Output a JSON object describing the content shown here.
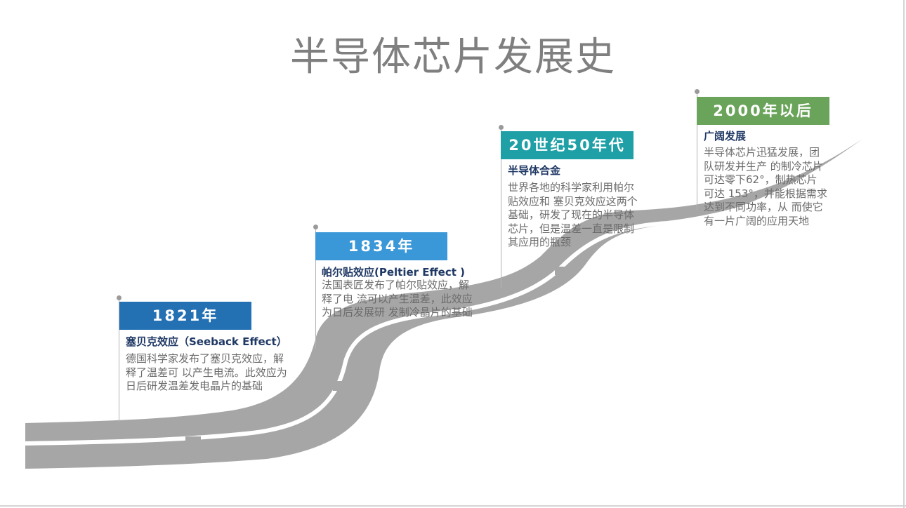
{
  "slide": {
    "title": "半导体芯片发展史",
    "road_color": "#a6a6a6"
  },
  "milestones": [
    {
      "year": "1821年",
      "color": "#2370b3",
      "heading": "塞贝克效应（Seeback Effect）",
      "description": "德国科学家发布了塞贝克效应，解释了温差可 以产生电流。此效应为日后研发温差发电晶片的基础"
    },
    {
      "year": "1834年",
      "color": "#3a97d8",
      "heading": "帕尔贴效应(Peltier Effect )",
      "description": "法国表匠发布了帕尔贴效应，解释了电 流可以产生温差，此效应为日后发展研 发制冷晶片的基础"
    },
    {
      "year": "20世纪50年代",
      "color": "#1fa0a6",
      "heading": "半导体合金",
      "description": "世界各地的科学家利用帕尔贴效应和 塞贝克效应这两个基础，研发了现在的半导体芯片，但是温差一直是限制 其应用的瓶颈"
    },
    {
      "year": "2000年以后",
      "color": "#6aa35a",
      "heading": "广阔发展",
      "description": "半导体芯片迅猛发展，团队研发并生产 的制冷芯片可达零下62°，制热芯片可达 153°，并能根据需求达到不同功率，从 而使它有一片广阔的应用天地"
    }
  ]
}
